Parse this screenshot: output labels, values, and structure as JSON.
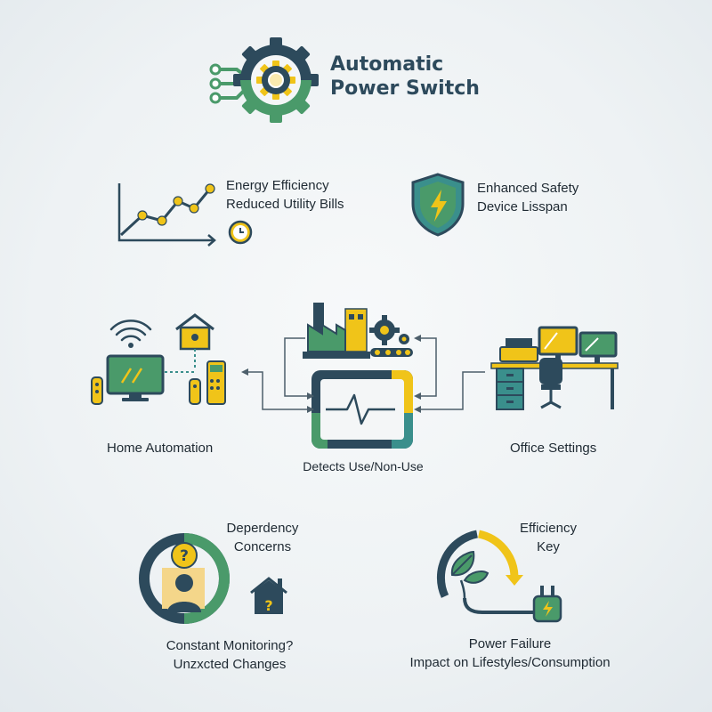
{
  "header": {
    "title_line1": "Automatic",
    "title_line2": "Power Switch"
  },
  "benefits": {
    "energy": {
      "line1": "Energy Efficiency",
      "line2": "Reduced Utility Bills"
    },
    "safety": {
      "line1": "Enhanced Safety",
      "line2": "Device Lisspan"
    }
  },
  "applications": {
    "home": "Home Automation",
    "center": "Detects Use/Non-Use",
    "office": "Office Settings"
  },
  "concerns": {
    "dependency": {
      "line1": "Deperdency",
      "line2": "Concerns"
    },
    "monitoring": {
      "line1": "Constant Monitoring?",
      "line2": "Unzxcted Changes"
    },
    "efficiency": {
      "line1": "Efficiency",
      "line2": "Key"
    },
    "failure": {
      "line1": "Power Failure",
      "line2": "Impact on Lifestyles/Consumption"
    }
  },
  "colors": {
    "navy": "#2d4a5c",
    "green": "#4a9a6a",
    "yellow": "#f0c419",
    "teal": "#3a8f8c",
    "text": "#1f2a33"
  },
  "icons": [
    "gear-circuit-icon",
    "line-chart-icon",
    "clock-icon",
    "shield-bolt-icon",
    "factory-icon",
    "monitor-heartbeat-icon",
    "home-icon",
    "tv-icon",
    "wifi-icon",
    "remote-icon",
    "desk-icon",
    "question-icon",
    "person-icon",
    "leaf-icon",
    "plug-icon"
  ]
}
